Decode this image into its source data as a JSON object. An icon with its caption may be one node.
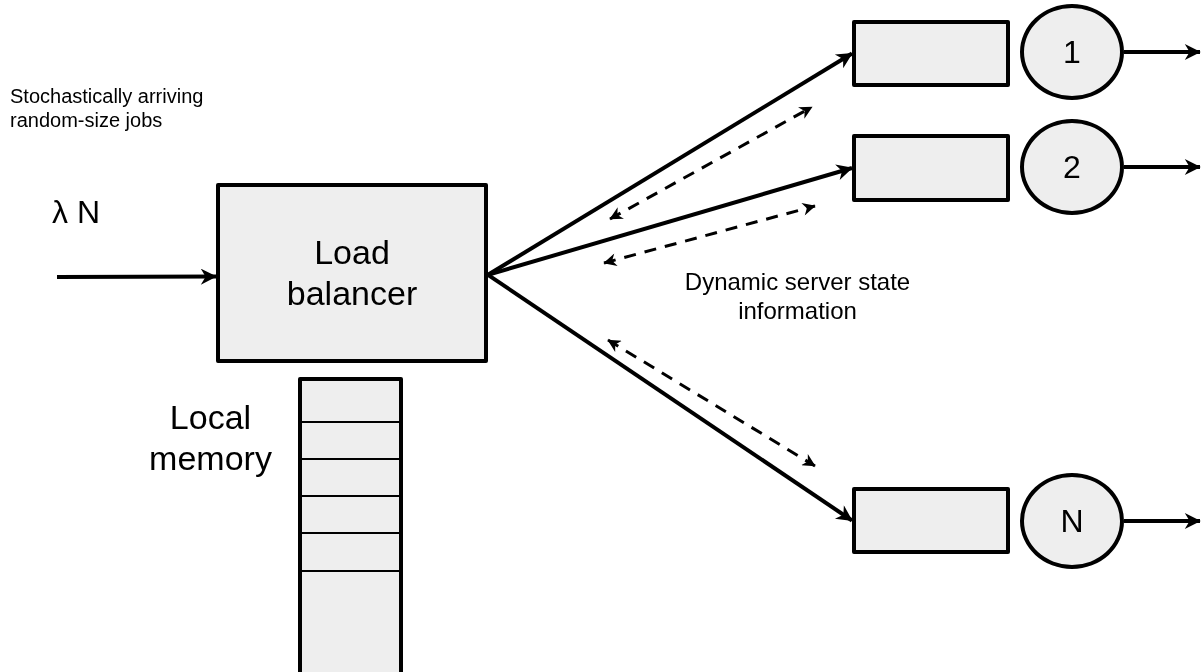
{
  "diagram": {
    "nodes": [
      {
        "text": [
          "Load balancer"
        ]
      },
      {
        "text": [],
        "shape": "box"
      },
      {
        "text": [
          "1"
        ]
      },
      {
        "text": [],
        "shape": "box"
      },
      {
        "text": [
          "2"
        ]
      },
      {
        "text": [],
        "shape": "box"
      },
      {
        "text": [
          "N"
        ]
      },
      {
        "text": [],
        "shape": "box",
        "beside": [
          "Local memory"
        ]
      }
    ],
    "edges": [
      {
        "from": null,
        "to": 0,
        "arrow": "to",
        "label": "λ N"
      },
      {
        "from": 0,
        "to": 1,
        "arrow": "to"
      },
      {
        "from": 0,
        "to": 3,
        "arrow": "to"
      },
      {
        "from": 0,
        "to": 5,
        "arrow": "to"
      },
      {
        "from": 2,
        "to": null,
        "arrow": "to"
      },
      {
        "from": 4,
        "to": null,
        "arrow": "to"
      },
      {
        "from": 6,
        "to": null,
        "arrow": "to"
      }
    ],
    "labels": [
      "Stochastically arriving random-size jobs",
      "Dynamic server state information"
    ]
  }
}
